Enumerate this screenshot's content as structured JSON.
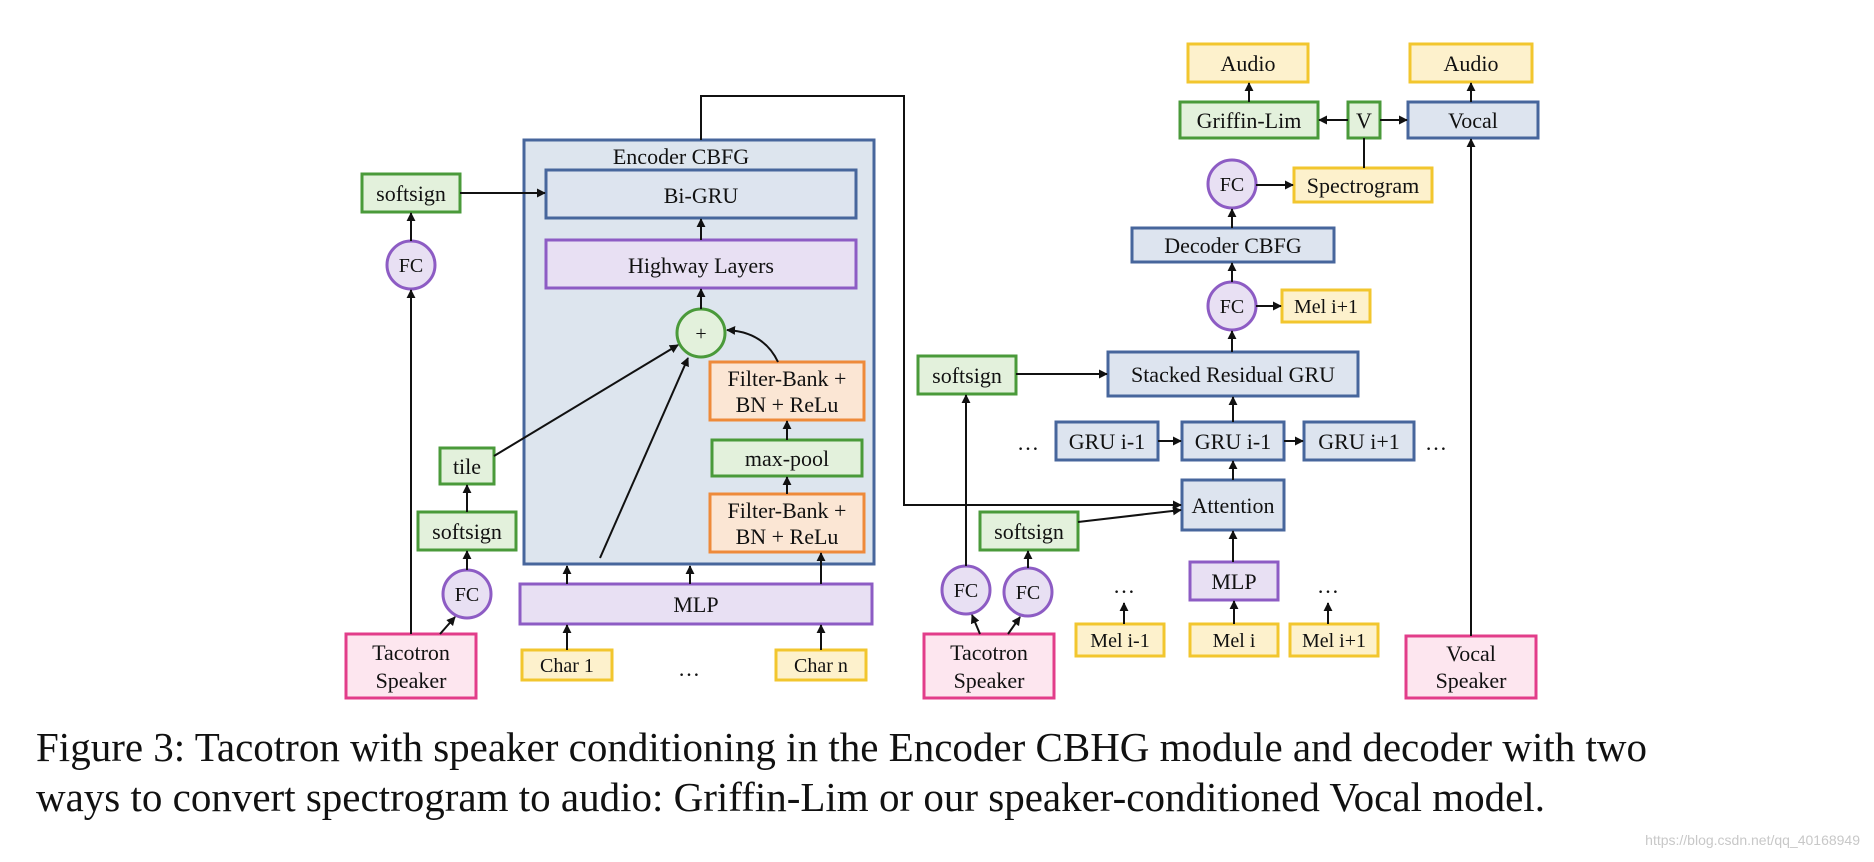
{
  "colors": {
    "blue_stroke": "#47669c",
    "blue_fill": "#dde4ef",
    "purple_stroke": "#8d5cc4",
    "purple_fill": "#e8e0f3",
    "green_stroke": "#4a9a3a",
    "green_fill": "#e3f1dc",
    "orange_stroke": "#ee8a3a",
    "orange_fill": "#fbe6d4",
    "yellow_stroke": "#f2c62e",
    "yellow_fill": "#fdf1cc",
    "pink_stroke": "#e23d8a",
    "pink_fill": "#fde6ef",
    "container_fill": "#dde5ee"
  },
  "left": {
    "container_label": "Encoder CBFG",
    "bigru": "Bi-GRU",
    "highway": "Highway Layers",
    "plus": "+",
    "filterbank_top": [
      "Filter-Bank +",
      "BN + ReLu"
    ],
    "maxpool": "max-pool",
    "filterbank_bottom": [
      "Filter-Bank +",
      "BN + ReLu"
    ],
    "mlp": "MLP",
    "char1": "Char 1",
    "char_ellipsis": "…",
    "charn": "Char n",
    "softsign_top": "softsign",
    "fc_top": "FC",
    "tile": "tile",
    "softsign_bottom": "softsign",
    "fc_bottom": "FC",
    "tacotron_speaker": [
      "Tacotron",
      "Speaker"
    ]
  },
  "right": {
    "audio_left": "Audio",
    "audio_right": "Audio",
    "griffin_lim": "Griffin-Lim",
    "v": "V",
    "vocal": "Vocal",
    "fc_spec": "FC",
    "spectrogram": "Spectrogram",
    "decoder_cbfg": "Decoder CBFG",
    "fc_mel": "FC",
    "mel_next": "Mel i+1",
    "softsign_mid": "softsign",
    "stacked_gru": "Stacked Residual GRU",
    "ellipsis_left": "…",
    "gru_prev": "GRU i-1",
    "gru_curr": "GRU i-1",
    "gru_next": "GRU i+1",
    "ellipsis_right": "…",
    "attention": "Attention",
    "softsign_low": "softsign",
    "fc_a": "FC",
    "fc_b": "FC",
    "mlp": "MLP",
    "dots_left": "…",
    "dots_right": "…",
    "tacotron_speaker": [
      "Tacotron",
      "Speaker"
    ],
    "mel_prev": "Mel i-1",
    "mel_i": "Mel i",
    "mel_i1": "Mel i+1",
    "vocal_speaker": [
      "Vocal",
      "Speaker"
    ]
  },
  "caption": {
    "line1": "Figure 3: Tacotron with speaker conditioning in the Encoder CBHG module and decoder with two",
    "line2": "ways to convert spectrogram to audio: Griffin-Lim or our speaker-conditioned Vocal model."
  },
  "watermark": "https://blog.csdn.net/qq_40168949"
}
